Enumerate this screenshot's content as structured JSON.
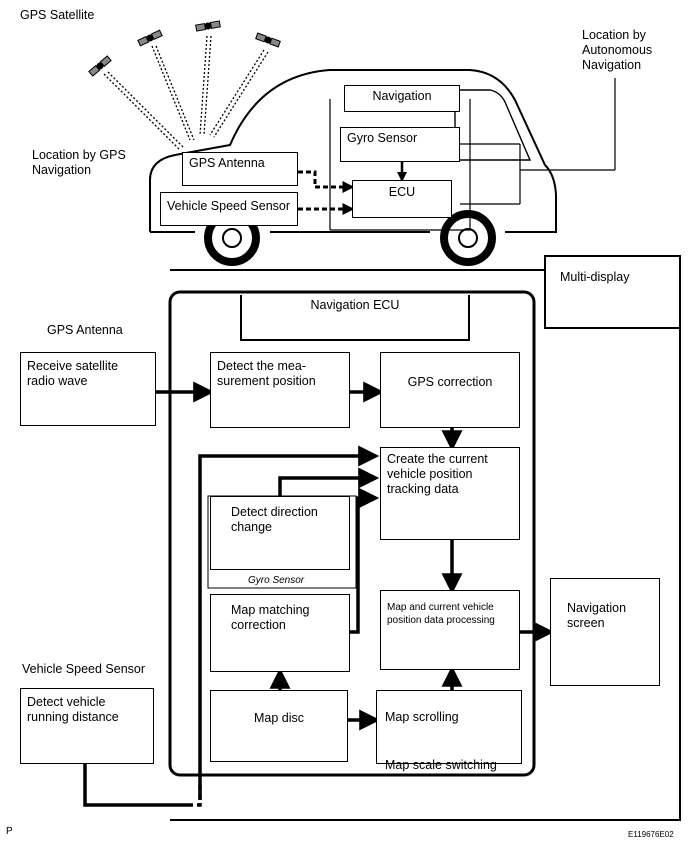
{
  "labels": {
    "gps_satellite": "GPS Satellite",
    "location_autonomous": "Location by\nAutonomous\nNavigation",
    "location_gps": "Location by GPS\nNavigation",
    "gps_antenna_section": "GPS Antenna",
    "vehicle_speed_sensor_section": "Vehicle Speed Sensor",
    "gyro_sensor_caption": "Gyro Sensor",
    "page_marker": "P",
    "figure_code": "E119676E02"
  },
  "car": {
    "navigation": "Navigation",
    "gyro_sensor": "Gyro Sensor",
    "ecu": "ECU",
    "gps_antenna": "GPS Antenna",
    "vehicle_speed_sensor": "Vehicle Speed Sensor"
  },
  "flow": {
    "multi_display": "Multi-display",
    "navigation_ecu": "Navigation ECU",
    "receive_satellite": "Receive satellite\nradio wave",
    "detect_measurement": "Detect the mea-\nsurement position",
    "gps_correction": "GPS correction",
    "create_tracking": "Create the current\nvehicle position\ntracking data",
    "detect_direction": "Detect direction\nchange",
    "map_matching": "Map matching\ncorrection",
    "map_processing": "Map and current vehicle\nposition data processing",
    "navigation_screen": "Navigation\nscreen",
    "detect_distance": "Detect vehicle\nrunning distance",
    "map_disc": "Map disc",
    "map_scrolling": "Map scrolling",
    "map_scale": "Map scale switching"
  }
}
